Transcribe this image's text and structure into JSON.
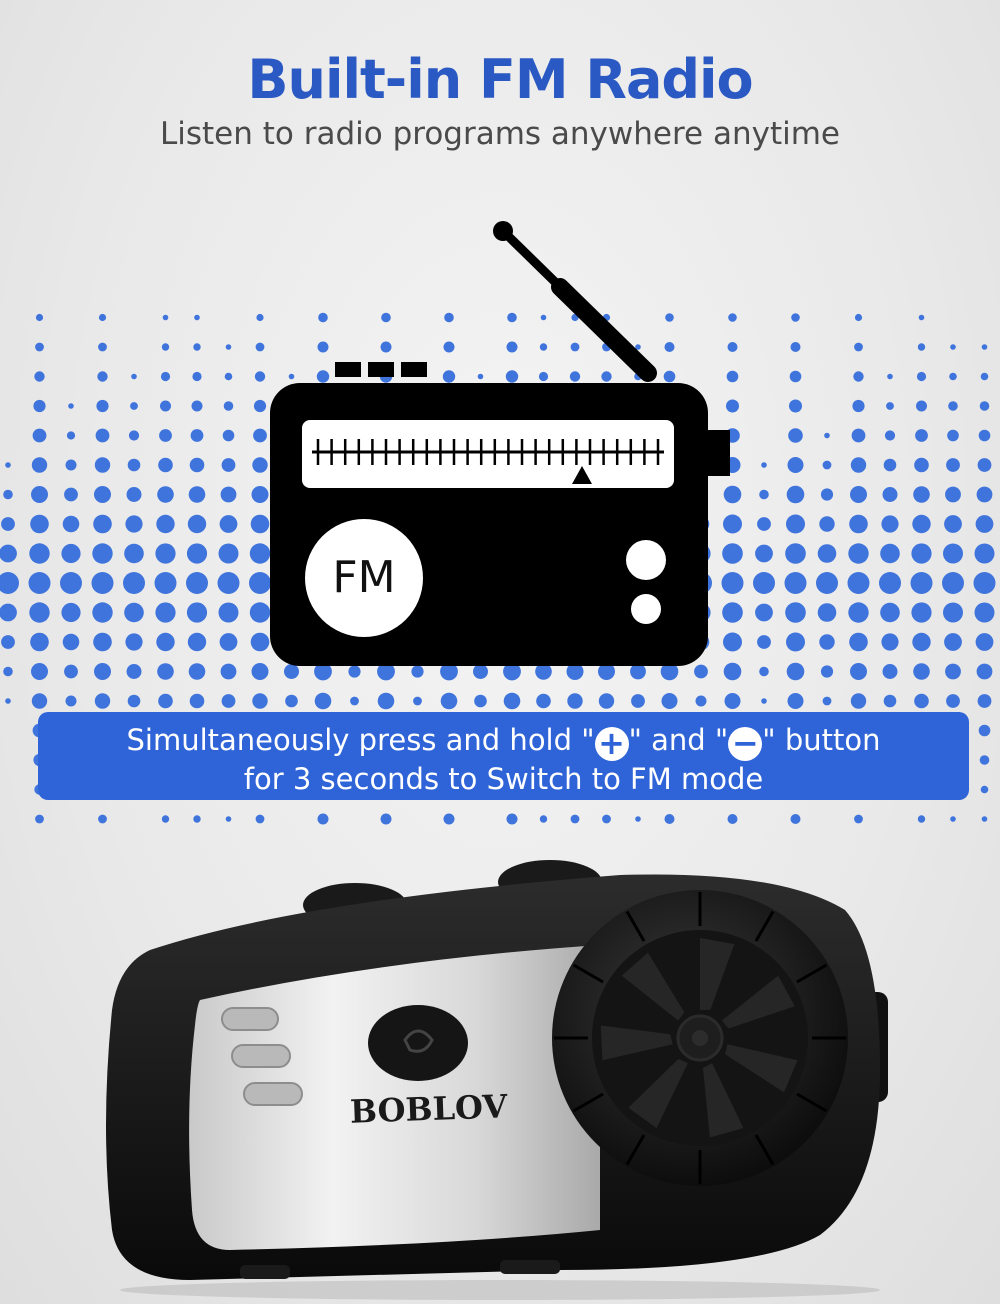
{
  "header": {
    "title": "Built-in FM Radio",
    "subtitle": "Listen to radio programs anywhere anytime"
  },
  "radio": {
    "badge_label": "FM"
  },
  "instruction": {
    "line1_prefix": "Simultaneously press and hold  \"",
    "plus_symbol": "+",
    "line1_middle": "\" and \"",
    "minus_symbol": "−",
    "line1_suffix": "\" button",
    "line2": "for 3 seconds to Switch to FM mode"
  },
  "device": {
    "brand": "BOBLOV"
  },
  "colors": {
    "accent_blue": "#2f64d8",
    "title_blue": "#2b59c3",
    "dot_blue": "#3f74dc"
  }
}
